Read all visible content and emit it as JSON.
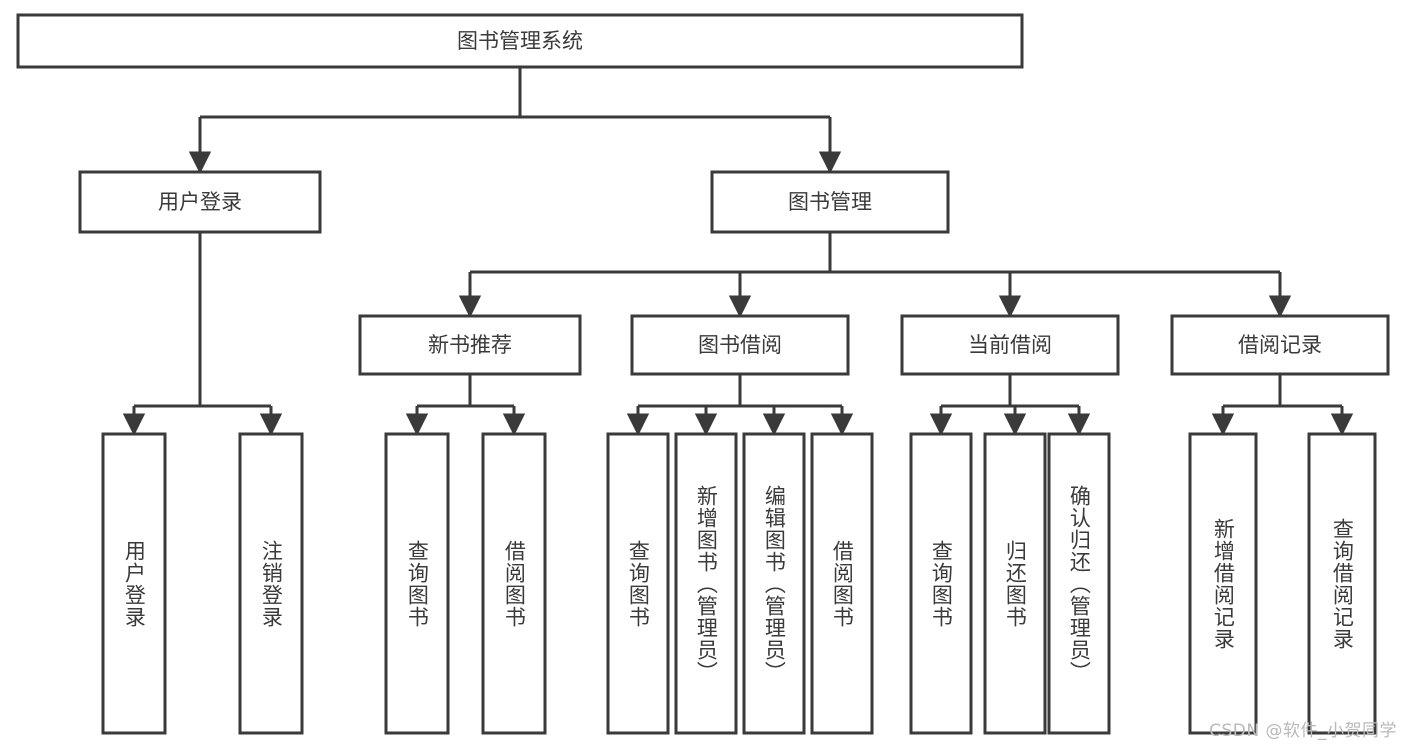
{
  "diagram": {
    "title": "图书管理系统",
    "watermark": "CSDN @软件_小贺同学",
    "colors": {
      "stroke": "#3a3a3a",
      "fill": "#ffffff",
      "background": "#ffffff",
      "watermark": "#b9b9b9"
    },
    "root": {
      "label": "图书管理系统"
    },
    "level1": [
      {
        "label": "用户登录"
      },
      {
        "label": "图书管理"
      }
    ],
    "level2": [
      {
        "label": "新书推荐"
      },
      {
        "label": "图书借阅"
      },
      {
        "label": "当前借阅"
      },
      {
        "label": "借阅记录"
      }
    ],
    "leaves": {
      "user_login": [
        {
          "label": "用户登录"
        },
        {
          "label": "注销登录"
        }
      ],
      "new_book": [
        {
          "label": "查询图书"
        },
        {
          "label": "借阅图书"
        }
      ],
      "book_borrow": [
        {
          "label": "查询图书"
        },
        {
          "label": "新增图书（管理员）"
        },
        {
          "label": "编辑图书（管理员）"
        },
        {
          "label": "借阅图书"
        }
      ],
      "current_borrow": [
        {
          "label": "查询图书"
        },
        {
          "label": "归还图书"
        },
        {
          "label": "确认归还（管理员）"
        }
      ],
      "borrow_record": [
        {
          "label": "新增借阅记录"
        },
        {
          "label": "查询借阅记录"
        }
      ]
    }
  },
  "chart_data": {
    "type": "diagram",
    "title": "图书管理系统",
    "structure": "tree",
    "nodes": [
      {
        "id": "root",
        "label": "图书管理系统",
        "level": 0,
        "parent": null
      },
      {
        "id": "n1",
        "label": "用户登录",
        "level": 1,
        "parent": "root"
      },
      {
        "id": "n2",
        "label": "图书管理",
        "level": 1,
        "parent": "root"
      },
      {
        "id": "n1a",
        "label": "用户登录",
        "level": 2,
        "parent": "n1"
      },
      {
        "id": "n1b",
        "label": "注销登录",
        "level": 2,
        "parent": "n1"
      },
      {
        "id": "n2a",
        "label": "新书推荐",
        "level": 2,
        "parent": "n2"
      },
      {
        "id": "n2b",
        "label": "图书借阅",
        "level": 2,
        "parent": "n2"
      },
      {
        "id": "n2c",
        "label": "当前借阅",
        "level": 2,
        "parent": "n2"
      },
      {
        "id": "n2d",
        "label": "借阅记录",
        "level": 2,
        "parent": "n2"
      },
      {
        "id": "n2a1",
        "label": "查询图书",
        "level": 3,
        "parent": "n2a"
      },
      {
        "id": "n2a2",
        "label": "借阅图书",
        "level": 3,
        "parent": "n2a"
      },
      {
        "id": "n2b1",
        "label": "查询图书",
        "level": 3,
        "parent": "n2b"
      },
      {
        "id": "n2b2",
        "label": "新增图书（管理员）",
        "level": 3,
        "parent": "n2b"
      },
      {
        "id": "n2b3",
        "label": "编辑图书（管理员）",
        "level": 3,
        "parent": "n2b"
      },
      {
        "id": "n2b4",
        "label": "借阅图书",
        "level": 3,
        "parent": "n2b"
      },
      {
        "id": "n2c1",
        "label": "查询图书",
        "level": 3,
        "parent": "n2c"
      },
      {
        "id": "n2c2",
        "label": "归还图书",
        "level": 3,
        "parent": "n2c"
      },
      {
        "id": "n2c3",
        "label": "确认归还（管理员）",
        "level": 3,
        "parent": "n2c"
      },
      {
        "id": "n2d1",
        "label": "新增借阅记录",
        "level": 3,
        "parent": "n2d"
      },
      {
        "id": "n2d2",
        "label": "查询借阅记录",
        "level": 3,
        "parent": "n2d"
      }
    ]
  }
}
